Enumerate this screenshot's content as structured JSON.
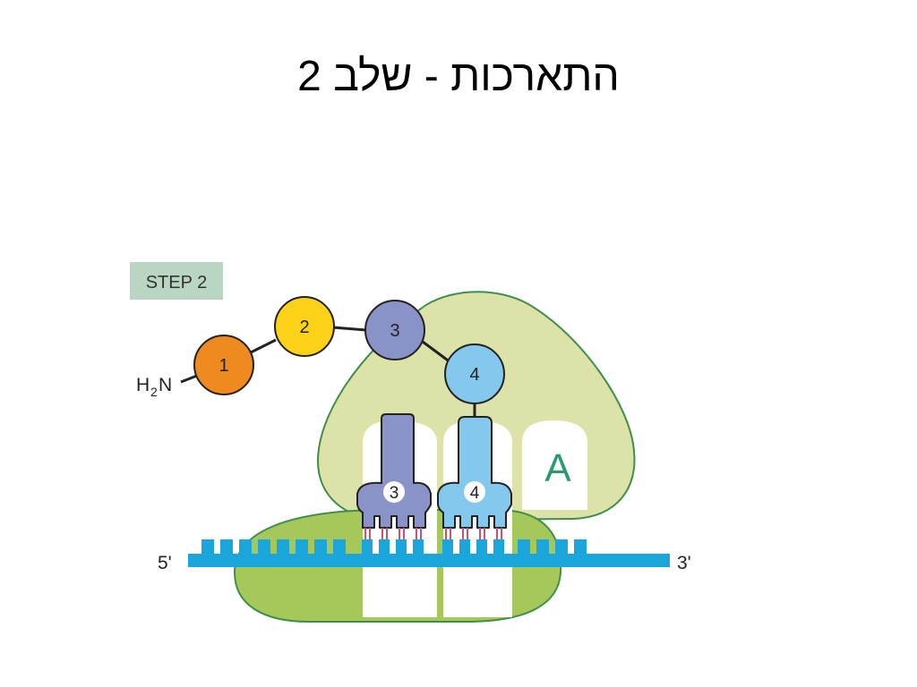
{
  "title": "התארכות  -  שלב 2",
  "figure": {
    "step_label": "STEP 2",
    "amino_terminus": {
      "H": "H",
      "sub": "2",
      "N": "N"
    },
    "amino_acids": [
      "1",
      "2",
      "3",
      "4"
    ],
    "trnas": [
      "3",
      "4"
    ],
    "site_label": "A",
    "mrna_5": "5'",
    "mrna_3": "3'"
  },
  "colors": {
    "aa1": "#ee8a1f",
    "aa2": "#ffd21a",
    "aa3": "#8a93c7",
    "aa4": "#84c8ee",
    "large_subunit": "#dde3a8",
    "small_subunit": "#a6c85a",
    "ribosome_outline": "#3f8f4a",
    "mrna": "#1aa6da",
    "step_box": "#b9d6c3",
    "site_text": "#2b9a6f"
  }
}
